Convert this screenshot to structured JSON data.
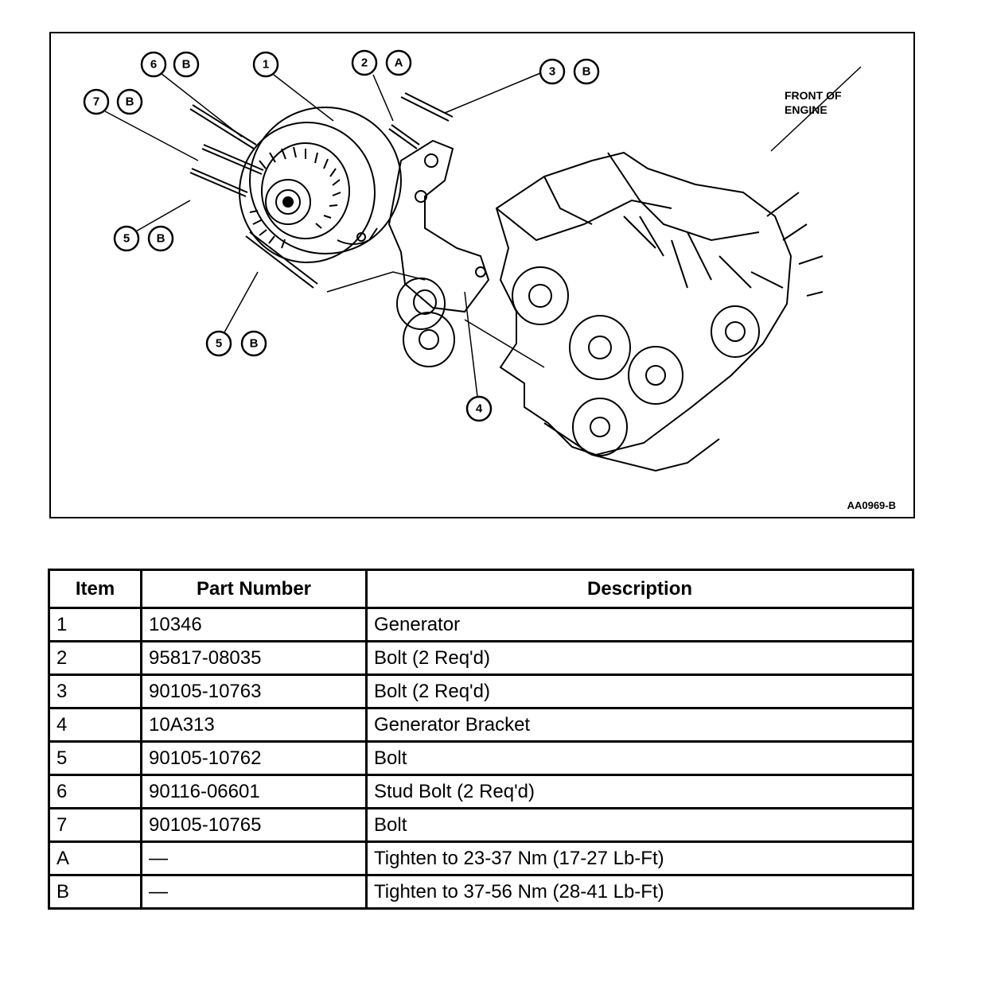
{
  "diagram": {
    "front_label_line1": "FRONT OF",
    "front_label_line2": "ENGINE",
    "figure_id": "AA0969-B",
    "callouts": [
      {
        "num": "6",
        "letter": "B"
      },
      {
        "num": "1",
        "letter": ""
      },
      {
        "num": "2",
        "letter": "A"
      },
      {
        "num": "3",
        "letter": "B"
      },
      {
        "num": "7",
        "letter": "B"
      },
      {
        "num": "5",
        "letter": "B"
      },
      {
        "num": "5",
        "letter": "B"
      },
      {
        "num": "4",
        "letter": ""
      }
    ]
  },
  "table": {
    "headers": {
      "item": "Item",
      "part": "Part Number",
      "desc": "Description"
    },
    "rows": [
      {
        "item": "1",
        "part": "10346",
        "desc": "Generator"
      },
      {
        "item": "2",
        "part": "95817-08035",
        "desc": "Bolt (2 Req'd)"
      },
      {
        "item": "3",
        "part": "90105-10763",
        "desc": "Bolt (2 Req'd)"
      },
      {
        "item": "4",
        "part": "10A313",
        "desc": "Generator Bracket"
      },
      {
        "item": "5",
        "part": "90105-10762",
        "desc": "Bolt"
      },
      {
        "item": "6",
        "part": "90116-06601",
        "desc": "Stud Bolt (2 Req'd)"
      },
      {
        "item": "7",
        "part": "90105-10765",
        "desc": "Bolt"
      },
      {
        "item": "A",
        "part": "—",
        "desc": "Tighten to 23-37 Nm (17-27 Lb-Ft)"
      },
      {
        "item": "B",
        "part": "—",
        "desc": "Tighten to 37-56 Nm (28-41 Lb-Ft)"
      }
    ]
  }
}
